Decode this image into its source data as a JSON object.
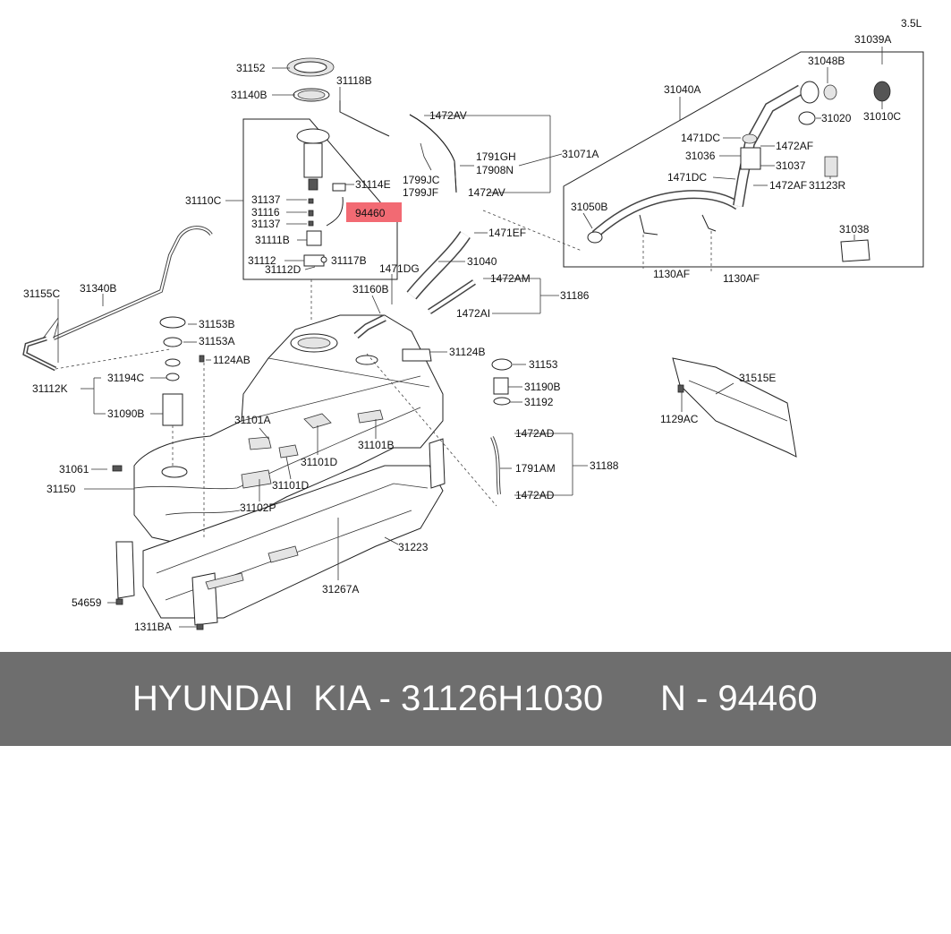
{
  "engine_label": "3.5L",
  "highlighted_part": "94460",
  "labels": {
    "l31152": "31152",
    "l31140B": "31140B",
    "l31118B": "31118B",
    "l1472AV_a": "1472AV",
    "l31110C": "31110C",
    "l31114E": "31114E",
    "l31137_a": "31137",
    "l31116": "31116",
    "l31137_b": "31137",
    "l94460": "94460",
    "l31111B": "31111B",
    "l31112": "31112",
    "l31117B": "31117B",
    "l31112D": "31112D",
    "l1799JC": "1799JC",
    "l1799JF": "1799JF",
    "l1791GH": "1791GH",
    "l17908N": "17908N",
    "l31071A": "31071A",
    "l1472AV_b": "1472AV",
    "l31040A": "31040A",
    "l31039A": "31039A",
    "l31048B": "31048B",
    "l31010C": "31010C",
    "l31020": "31020",
    "l1471DC_a": "1471DC",
    "l1472AF_a": "1472AF",
    "l31036": "31036",
    "l31037": "31037",
    "l1471DC_b": "1471DC",
    "l1472AF_b": "1472AF",
    "l31123R": "31123R",
    "l31050B": "31050B",
    "l31038": "31038",
    "l1130AF_a": "1130AF",
    "l1130AF_b": "1130AF",
    "l1471EF": "1471EF",
    "l31040": "31040",
    "l1471DG": "1471DG",
    "l31160B": "31160B",
    "l1472AM": "1472AM",
    "l31186": "31186",
    "l1472AI": "1472AI",
    "l31155C": "31155C",
    "l31340B": "31340B",
    "l31153B": "31153B",
    "l31153A": "31153A",
    "l1124AB": "1124AB",
    "l31124B": "31124B",
    "l31153": "31153",
    "l31194C": "31194C",
    "l31112K": "31112K",
    "l31090B": "31090B",
    "l31190B": "31190B",
    "l31192": "31192",
    "l31515E": "31515E",
    "l1129AC": "1129AC",
    "l31101A": "31101A",
    "l31101B": "31101B",
    "l31101D_a": "31101D",
    "l31101D_b": "31101D",
    "l1472AD_a": "1472AD",
    "l1791AM": "1791AM",
    "l31188": "31188",
    "l1472AD_b": "1472AD",
    "l31061": "31061",
    "l31150": "31150",
    "l31102P": "31102P",
    "l31223": "31223",
    "l31267A": "31267A",
    "l54659": "54659",
    "l1311BA": "1311BA"
  },
  "footer": {
    "brand": "HYUNDAI  KIA - 31126H1030",
    "ref": "N - 94460"
  }
}
